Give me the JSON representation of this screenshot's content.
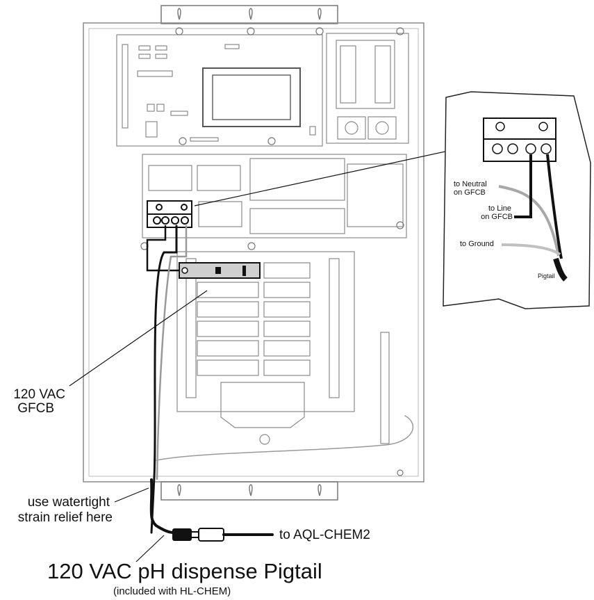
{
  "labels": {
    "gfcb_line1": "120 VAC",
    "gfcb_line2": "GFCB",
    "strain_line1": "use watertight",
    "strain_line2": "strain relief here",
    "to_chem": "to AQL-CHEM2",
    "pigtail_title": "120 VAC pH dispense Pigtail",
    "pigtail_sub": "(included with HL-CHEM)"
  },
  "detail": {
    "neutral_line1": "to Neutral",
    "neutral_line2": "on GFCB",
    "line_line1": "to Line",
    "line_line2": "on GFCB",
    "ground": "to Ground",
    "pigtail": "Pigtail"
  },
  "colors": {
    "outline": "#222222",
    "panel_gray": "#9a9a9a",
    "wire_black": "#111111",
    "wire_gray": "#a8a8a8",
    "breaker_fill": "#cfcfcf"
  }
}
